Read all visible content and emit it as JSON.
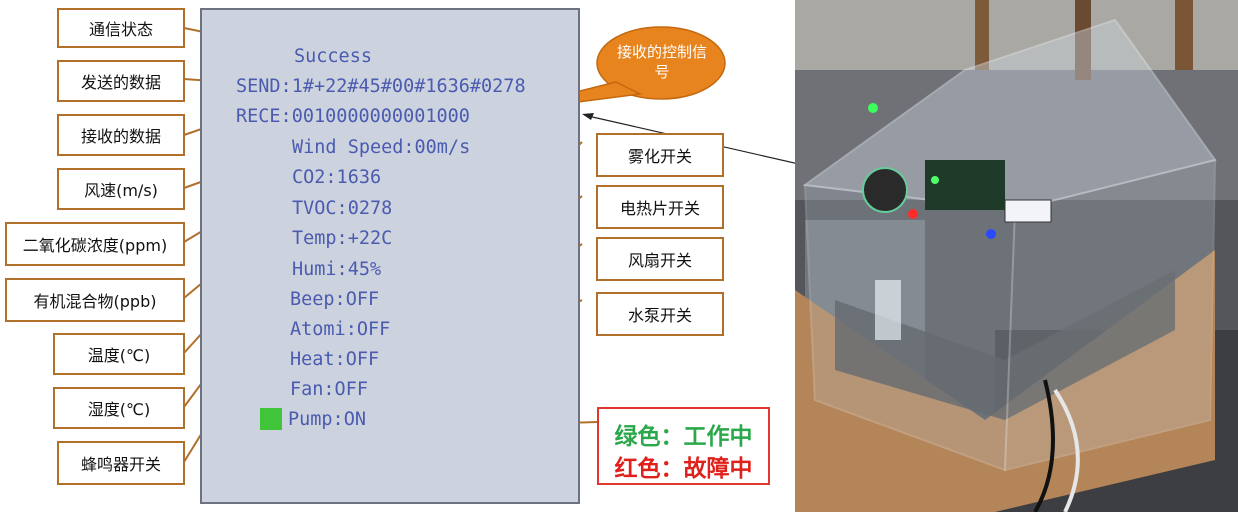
{
  "labels": {
    "comm_status": "通信状态",
    "sent_data": "发送的数据",
    "received_data": "接收的数据",
    "wind_speed": "风速(m/s)",
    "co2": "二氧化碳浓度(ppm)",
    "tvoc": "有机混合物(ppb)",
    "temperature": "温度(℃)",
    "humidity": "湿度(℃)",
    "beep_switch": "蜂鸣器开关",
    "atomizer_switch": "雾化开关",
    "heater_switch": "电热片开关",
    "fan_switch": "风扇开关",
    "pump_switch": "水泵开关"
  },
  "callout": {
    "received_control_signal": "接收的控制信号"
  },
  "lcd": {
    "status": "Success",
    "send": "SEND:1#+22#45#00#1636#0278",
    "rece": "RECE:0010000000001000",
    "wind": "Wind Speed:00m/s",
    "co2": "CO2:1636",
    "tvoc": "TVOC:0278",
    "temp": "Temp:+22C",
    "humi": "Humi:45%",
    "beep": "Beep:OFF",
    "atomi": "Atomi:OFF",
    "heat": "Heat:OFF",
    "fan": "Fan:OFF",
    "pump": "Pump:ON"
  },
  "legend": {
    "green": "绿色：工作中",
    "red": "红色：故障中"
  },
  "colors": {
    "connector": "#b0702a",
    "lcd_text": "#4a5bb0",
    "bubble": "#e8841e",
    "green": "#2aa84a",
    "red": "#e0201a"
  }
}
